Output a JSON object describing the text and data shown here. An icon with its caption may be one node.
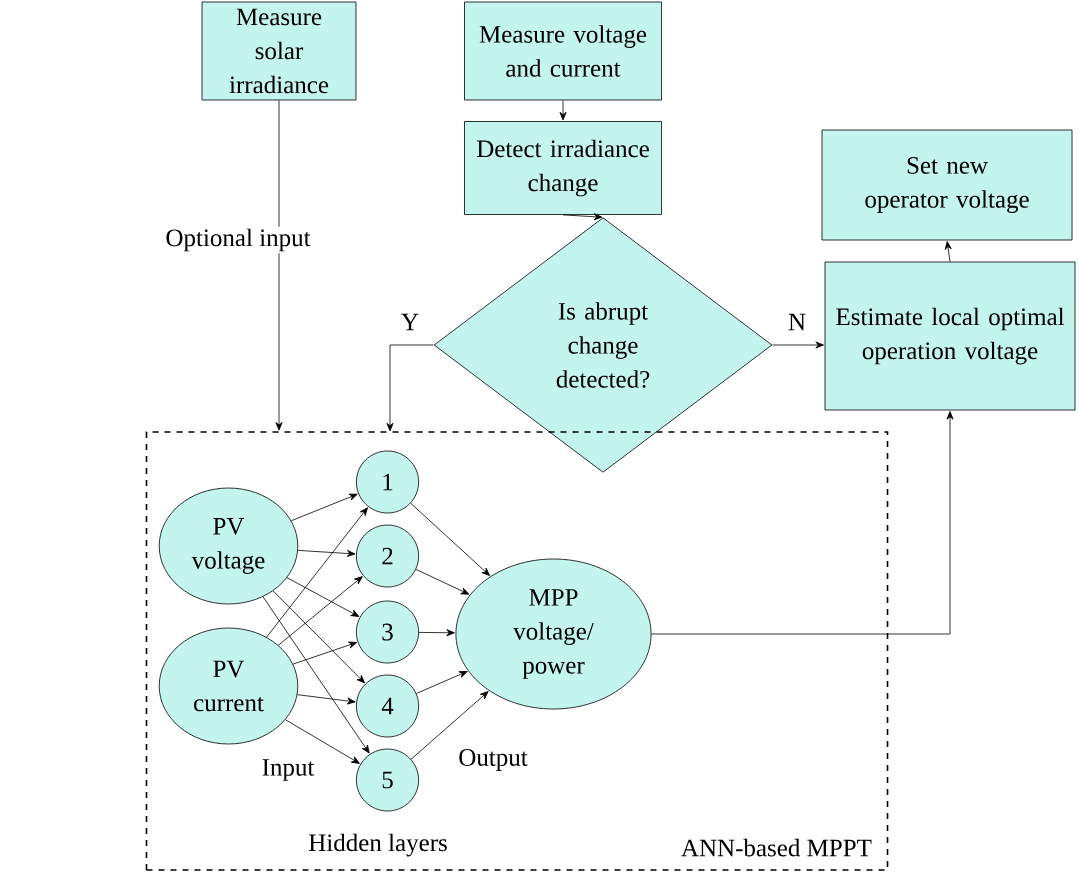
{
  "diagram": {
    "nodes": [
      {
        "text": [
          "Measure solar irradiance"
        ]
      },
      {
        "text": [
          "Measure voltage and current"
        ]
      },
      {
        "text": [
          "Detect irradiance change"
        ]
      },
      {
        "text": [
          "Is abrupt change detected?"
        ]
      },
      {
        "text": [
          "Set new operator voltage"
        ]
      },
      {
        "text": [
          "Estimate local optimal operation voltage"
        ]
      },
      {
        "text": [
          "ANN-based MPPT"
        ]
      },
      {
        "text": [
          "PV voltage"
        ],
        "in": 6
      },
      {
        "text": [
          "PV current"
        ],
        "in": 6
      },
      {
        "text": [
          "1"
        ],
        "in": 6
      },
      {
        "text": [
          "2"
        ],
        "in": 6
      },
      {
        "text": [
          "3"
        ],
        "in": 6
      },
      {
        "text": [
          "4"
        ],
        "in": 6
      },
      {
        "text": [
          "5"
        ],
        "in": 6
      },
      {
        "text": [
          "MPP voltage/ power"
        ],
        "in": 6
      }
    ],
    "edges": [
      {
        "from": 0,
        "to": 6,
        "arrow": "to",
        "label": "Optional input"
      },
      {
        "from": 1,
        "to": 2,
        "arrow": "to"
      },
      {
        "from": 2,
        "to": 3,
        "arrow": "to"
      },
      {
        "from": 3,
        "to": 6,
        "arrow": "to",
        "label": "Y"
      },
      {
        "from": 3,
        "to": 5,
        "arrow": "to",
        "label": "N"
      },
      {
        "from": 5,
        "to": 4,
        "arrow": "to"
      },
      {
        "from": 14,
        "to": 5,
        "arrow": "to"
      },
      {
        "from": 7,
        "to": 9,
        "arrow": "to"
      },
      {
        "from": 7,
        "to": 10,
        "arrow": "to"
      },
      {
        "from": 7,
        "to": 11,
        "arrow": "to"
      },
      {
        "from": 7,
        "to": 12,
        "arrow": "to"
      },
      {
        "from": 7,
        "to": 13,
        "arrow": "to"
      },
      {
        "from": 8,
        "to": 9,
        "arrow": "to"
      },
      {
        "from": 8,
        "to": 10,
        "arrow": "to"
      },
      {
        "from": 8,
        "to": 11,
        "arrow": "to"
      },
      {
        "from": 8,
        "to": 12,
        "arrow": "to"
      },
      {
        "from": 8,
        "to": 13,
        "arrow": "to"
      },
      {
        "from": 9,
        "to": 14,
        "arrow": "to"
      },
      {
        "from": 10,
        "to": 14,
        "arrow": "to"
      },
      {
        "from": 11,
        "to": 14,
        "arrow": "to"
      },
      {
        "from": 12,
        "to": 14,
        "arrow": "to"
      },
      {
        "from": 13,
        "to": 14,
        "arrow": "to"
      }
    ],
    "labels": [
      "Input",
      "Output",
      "Hidden layers"
    ]
  }
}
